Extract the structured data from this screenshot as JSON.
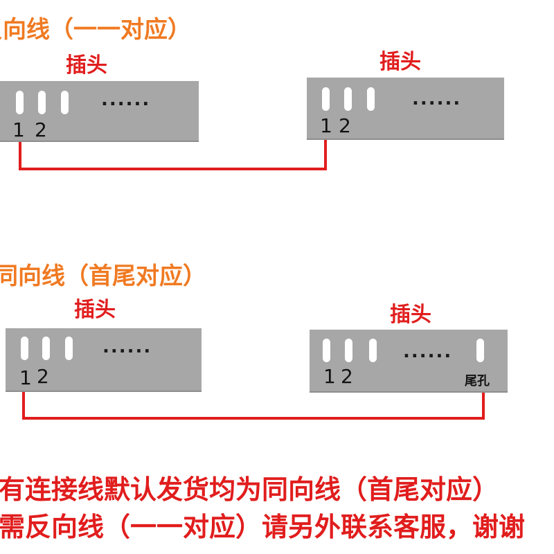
{
  "sections": {
    "reverse": {
      "title": "反向线（一一对应）",
      "plug_left": {
        "label": "插头",
        "dots": "......",
        "pin1": "1",
        "pin2": "2"
      },
      "plug_right": {
        "label": "插头",
        "dots": "......",
        "pin1": "1",
        "pin2": "2"
      }
    },
    "same": {
      "title": "同向线（首尾对应）",
      "plug_left": {
        "label": "插头",
        "dots": "......",
        "pin1": "1",
        "pin2": "2"
      },
      "plug_right": {
        "label": "插头",
        "dots": "......",
        "pin1": "1",
        "pin2": "2",
        "tail_label": "尾孔"
      }
    }
  },
  "notice": {
    "line1": "所有连接线默认发货均为同向线（首尾对应）",
    "line2": "如需反向线（一一对应）请另外联系客服，谢谢"
  },
  "colors": {
    "title": "#f07a22",
    "accent_red": "#e11d1d",
    "plug_body": "#a7a7a7",
    "pin": "#ffffff"
  }
}
